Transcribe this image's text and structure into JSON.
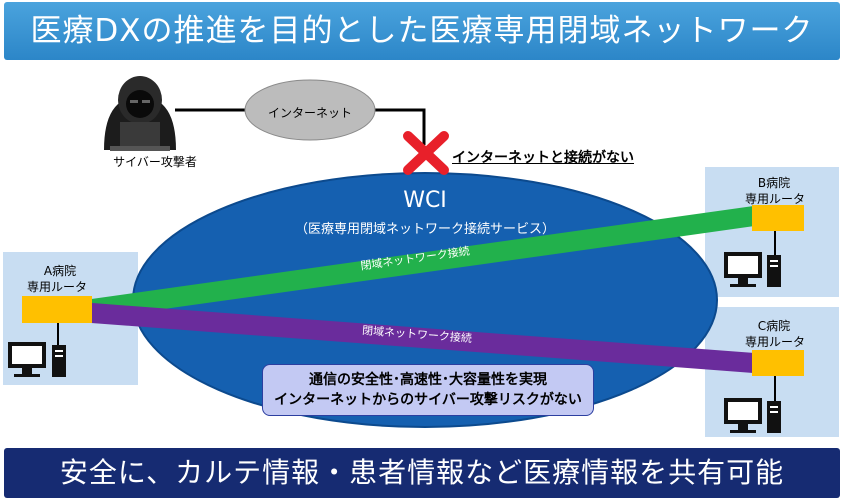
{
  "header": {
    "title": "医療DXの推進を目的とした医療専用閉域ネットワーク"
  },
  "footer": {
    "text": "安全に、カルテ情報・患者情報など医療情報を共有可能"
  },
  "hacker": {
    "label": "サイバー攻撃者"
  },
  "internet": {
    "label": "インターネット"
  },
  "no_connection": {
    "label": "インターネットと接続がない"
  },
  "wci": {
    "title": "WCI",
    "subtitle": "（医療専用閉域ネットワーク接続サービス）"
  },
  "tunnels": {
    "green_label": "閉域ネットワーク接続",
    "purple_label": "閉域ネットワーク接続"
  },
  "hospitals": {
    "a": {
      "name": "A病院",
      "router": "専用ルータ"
    },
    "b": {
      "name": "B病院",
      "router": "専用ルータ"
    },
    "c": {
      "name": "C病院",
      "router": "専用ルータ"
    }
  },
  "info_box": {
    "line1": "通信の安全性･高速性･大容量性を実現",
    "line2": "インターネットからのサイバー攻撃リスクがない"
  },
  "colors": {
    "banner_top": "#2c86c8",
    "banner_bottom": "#162b72",
    "wci_cloud": "#1560b0",
    "green_tunnel": "#22b14c",
    "purple_tunnel": "#6a2c9c",
    "router": "#ffc000",
    "hospital_box": "#c8ddf2",
    "cross": "#e8202a"
  },
  "icons": [
    "hacker-icon",
    "internet-cloud-icon",
    "cross-icon",
    "computer-icon",
    "router-icon"
  ]
}
